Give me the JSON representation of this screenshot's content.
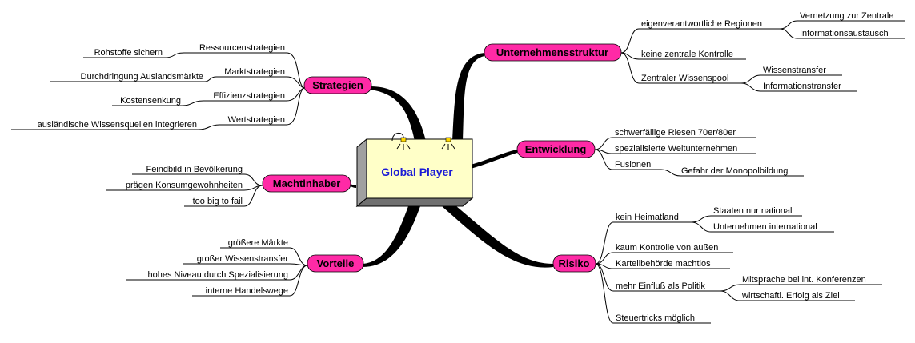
{
  "center": {
    "label": "Global Player"
  },
  "colors": {
    "branch_fill": "#ff2aa6",
    "center_fill": "#ffffc8",
    "center_text": "#1b1bd6",
    "line": "#000000"
  },
  "branches": {
    "strategien": {
      "label": "Strategien",
      "children": [
        {
          "label": "Ressourcenstrategien",
          "children": [
            {
              "label": "Rohstoffe sichern"
            }
          ]
        },
        {
          "label": "Marktstrategien",
          "children": [
            {
              "label": "Durchdringung Auslandsmärkte"
            }
          ]
        },
        {
          "label": "Effizienzstrategien",
          "children": [
            {
              "label": "Kostensenkung"
            }
          ]
        },
        {
          "label": "Wertstrategien",
          "children": [
            {
              "label": "ausländische Wissensquellen integrieren"
            }
          ]
        }
      ]
    },
    "machtinhaber": {
      "label": "Machtinhaber",
      "children": [
        {
          "label": "Feindbild in Bevölkerung"
        },
        {
          "label": "prägen Konsumgewohnheiten"
        },
        {
          "label": "too big to fail"
        }
      ]
    },
    "vorteile": {
      "label": "Vorteile",
      "children": [
        {
          "label": "größere Märkte"
        },
        {
          "label": "großer Wissenstransfer"
        },
        {
          "label": "hohes Niveau durch Spezialisierung"
        },
        {
          "label": "interne Handelswege"
        }
      ]
    },
    "unternehmensstruktur": {
      "label": "Unternehmensstruktur",
      "children": [
        {
          "label": "eigenverantwortliche Regionen",
          "children": [
            {
              "label": "Vernetzung zur Zentrale"
            },
            {
              "label": "Informationsaustausch"
            }
          ]
        },
        {
          "label": "keine zentrale Kontrolle"
        },
        {
          "label": "Zentraler Wissenspool",
          "children": [
            {
              "label": "Wissenstransfer"
            },
            {
              "label": "Informationstransfer"
            }
          ]
        }
      ]
    },
    "entwicklung": {
      "label": "Entwicklung",
      "children": [
        {
          "label": "schwerfällige Riesen 70er/80er"
        },
        {
          "label": "spezialisierte Weltunternehmen"
        },
        {
          "label": "Fusionen",
          "children": [
            {
              "label": "Gefahr der Monopolbildung"
            }
          ]
        }
      ]
    },
    "risiko": {
      "label": "Risiko",
      "children": [
        {
          "label": "kein Heimatland",
          "children": [
            {
              "label": "Staaten nur national"
            },
            {
              "label": "Unternehmen international"
            }
          ]
        },
        {
          "label": "kaum Kontrolle von außen"
        },
        {
          "label": "Kartellbehörde machtlos"
        },
        {
          "label": "mehr Einfluß als Politik",
          "children": [
            {
              "label": "Mitsprache bei int. Konferenzen"
            },
            {
              "label": "wirtschaftl. Erfolg als Ziel"
            }
          ]
        },
        {
          "label": "Steuertricks möglich"
        }
      ]
    }
  }
}
